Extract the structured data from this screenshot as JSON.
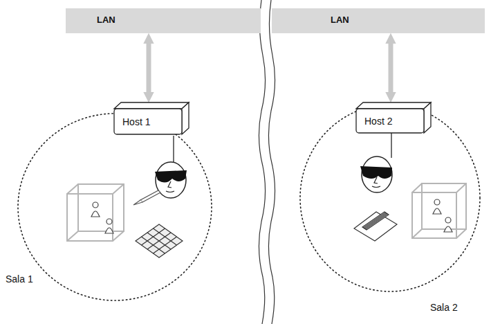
{
  "diagram": {
    "nodes": [
      {
        "text": [
          "LAN"
        ]
      },
      {
        "text": [
          "LAN"
        ]
      },
      {
        "text": [
          "Sala 1"
        ]
      },
      {
        "text": [
          "Host 1"
        ],
        "in": 2
      },
      {
        "text": [
          "Sala 2"
        ]
      },
      {
        "text": [
          "Host 2"
        ],
        "in": 4
      }
    ],
    "edges": [
      {
        "from": 0,
        "to": 3,
        "arrow": "both"
      },
      {
        "from": 1,
        "to": 5,
        "arrow": "both"
      }
    ]
  }
}
